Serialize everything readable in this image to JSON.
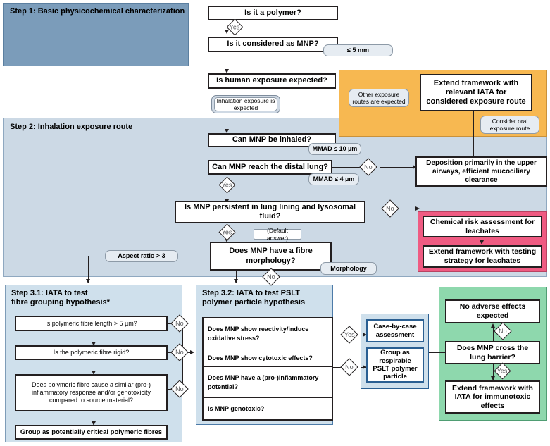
{
  "figure": {
    "type": "flowchart",
    "title": "IATA decision framework for micro- and nanoplastics (MNP) inhalation hazard assessment"
  },
  "panels": {
    "step1": {
      "label": "Step 1: Basic physicochemical characterization",
      "color": "#7b9cba"
    },
    "step2": {
      "label": "Step 2: Inhalation exposure route",
      "color": "#ccd9e5"
    },
    "step31": {
      "label": "Step 3.1: IATA to test\nfibre grouping hypothesis*",
      "color": "#cfe0ec"
    },
    "step32": {
      "label": "Step 3.2: IATA to test PSLT\npolymer particle hypothesis",
      "color": "#cfe0ec"
    },
    "orange": {
      "color": "#f7b851"
    },
    "pink": {
      "color": "#ef5b82"
    },
    "green": {
      "color": "#8ed8ad"
    },
    "outcome": {
      "color": "#cfe0ec"
    }
  },
  "nodes": {
    "is_polymer": "Is it a polymer?",
    "is_mnp": "Is it considered as MNP?",
    "human_exposure": "Is human exposure expected?",
    "extend_framework_route": "Extend framework with relevant IATA for considered exposure route",
    "can_be_inhaled": "Can MNP be inhaled?",
    "reach_distal_lung": "Can MNP reach the distal lung?",
    "deposition_upper": "Deposition primarily in the upper airways, efficient mucociliary clearance",
    "is_persistent": "Is MNP persistent in lung lining and lysosomal fluid?",
    "chemical_risk": "Chemical risk assessment for leachates",
    "extend_leachates": "Extend framework with testing strategy for leachates",
    "fibre_morphology": "Does MNP have a fibre morphology?",
    "fibre_length": "Is polymeric fibre length > 5 µm?",
    "fibre_rigid": "Is the polymeric fibre rigid?",
    "fibre_inflammatory": "Does polymeric fibre cause a similar (pro-) inflammatory response and/or genotoxicity compared to source material?",
    "group_critical_fibres": "Group as potentially critical polymeric fibres",
    "q_reactivity": "Does MNP show reactivity/induce oxidative stress?",
    "q_cytotoxic": "Does MNP show cytotoxic effects?",
    "q_inflammatory": "Does MNP have a (pro-)inflammatory potential?",
    "q_genotoxic": "Is MNP genotoxic?",
    "case_by_case": "Case-by-case assessment",
    "group_pslt": "Group as respirable PSLT polymer particle",
    "no_adverse": "No adverse effects expected",
    "cross_lung_barrier": "Does MNP cross the lung barrier?",
    "extend_immunotoxic": "Extend framework with IATA for immunotoxic effects"
  },
  "tags": {
    "five_mm": "≤ 5 mm",
    "inhalation_expected": "Inhalation exposure is expected",
    "other_routes": "Other exposure routes are expected",
    "consider_oral": "Consider oral exposure route",
    "mmad10": "MMAD ≤ 10 µm",
    "mmad4": "MMAD ≤ 4 µm",
    "default_answer": "(Default answer)",
    "aspect_ratio": "Aspect ratio > 3",
    "morphology": "Morphology"
  },
  "decisions": {
    "yes": "Yes",
    "no": "No"
  },
  "edge_labels": [
    {
      "from": "is_polymer",
      "to": "is_mnp",
      "label": "Yes"
    },
    {
      "from": "is_mnp",
      "to": "human_exposure",
      "label": ""
    },
    {
      "from": "human_exposure",
      "to": "extend_framework_route",
      "label": "Other exposure routes are expected"
    },
    {
      "from": "human_exposure",
      "to": "can_be_inhaled",
      "label": "Inhalation exposure is expected"
    },
    {
      "from": "can_be_inhaled",
      "to": "reach_distal_lung",
      "label": ""
    },
    {
      "from": "reach_distal_lung",
      "to": "deposition_upper",
      "label": "No"
    },
    {
      "from": "reach_distal_lung",
      "to": "is_persistent",
      "label": "Yes"
    },
    {
      "from": "deposition_upper",
      "to": "extend_framework_route",
      "label": "Consider oral exposure route"
    },
    {
      "from": "is_persistent",
      "to": "chemical_risk",
      "label": "No"
    },
    {
      "from": "is_persistent",
      "to": "fibre_morphology",
      "label": "Yes"
    },
    {
      "from": "chemical_risk",
      "to": "extend_leachates",
      "label": ""
    },
    {
      "from": "fibre_morphology",
      "to": "step31",
      "label": "Aspect ratio > 3"
    },
    {
      "from": "fibre_morphology",
      "to": "step32",
      "label": "No"
    },
    {
      "from": "fibre_length",
      "to": "step32",
      "label": "No"
    },
    {
      "from": "fibre_rigid",
      "to": "step32",
      "label": "No"
    },
    {
      "from": "fibre_inflammatory",
      "to": "step32",
      "label": "No"
    },
    {
      "from": "q_reactivity",
      "to": "case_by_case",
      "label": "Yes"
    },
    {
      "from": "q_cytotoxic",
      "to": "group_pslt",
      "label": "No"
    },
    {
      "from": "group_pslt",
      "to": "cross_lung_barrier",
      "label": ""
    },
    {
      "from": "cross_lung_barrier",
      "to": "no_adverse",
      "label": "No"
    },
    {
      "from": "cross_lung_barrier",
      "to": "extend_immunotoxic",
      "label": "Yes"
    }
  ]
}
